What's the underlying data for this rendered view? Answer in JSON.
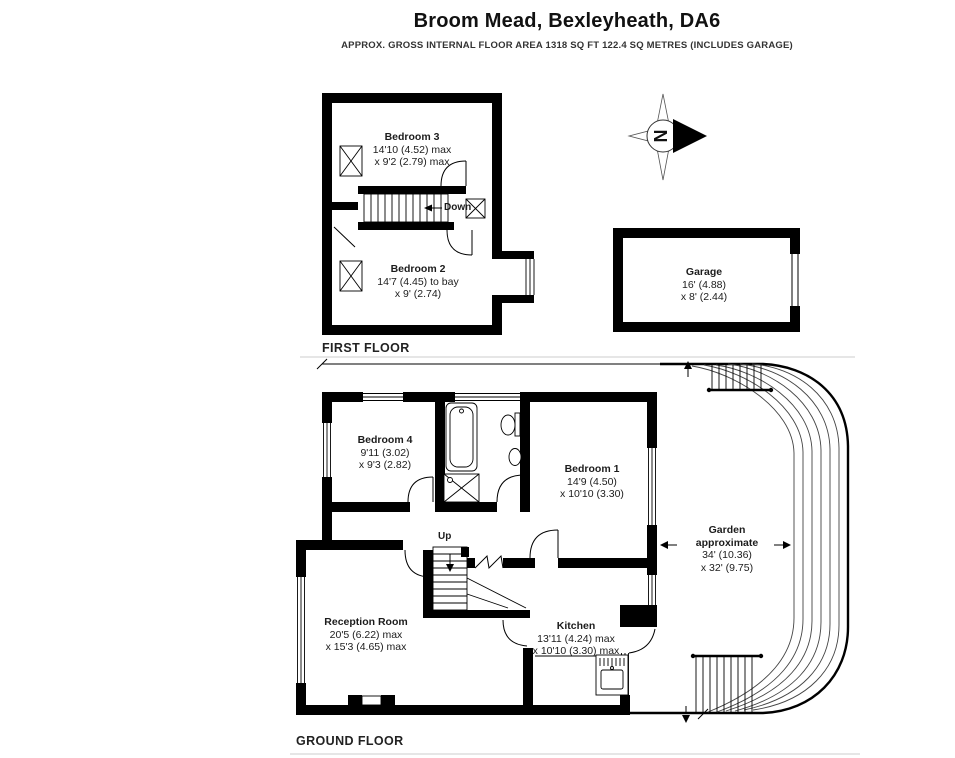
{
  "header": {
    "title": "Broom Mead, Bexleyheath, DA6",
    "subtitle": "APPROX. GROSS INTERNAL FLOOR AREA 1318 SQ FT 122.4 SQ METRES (INCLUDES GARAGE)"
  },
  "first_floor": {
    "label": "FIRST FLOOR",
    "bedroom3": {
      "name": "Bedroom 3",
      "dim1": "14'10 (4.52) max",
      "dim2": "x 9'2 (2.79) max"
    },
    "bedroom2": {
      "name": "Bedroom 2",
      "dim1": "14'7 (4.45) to bay",
      "dim2": "x 9' (2.74)"
    },
    "stairs_label": "Down"
  },
  "garage": {
    "name": "Garage",
    "dim1": "16' (4.88)",
    "dim2": "x 8' (2.44)"
  },
  "compass": {
    "north_label": "N"
  },
  "ground_floor": {
    "label": "GROUND FLOOR",
    "bedroom4": {
      "name": "Bedroom 4",
      "dim1": "9'11 (3.02)",
      "dim2": "x 9'3 (2.82)"
    },
    "bedroom1": {
      "name": "Bedroom 1",
      "dim1": "14'9 (4.50)",
      "dim2": "x 10'10 (3.30)"
    },
    "reception": {
      "name": "Reception Room",
      "dim1": "20'5 (6.22) max",
      "dim2": "x 15'3 (4.65) max"
    },
    "kitchen": {
      "name": "Kitchen",
      "dim1": "13'11 (4.24) max",
      "dim2": "x 10'10 (3.30) max"
    },
    "garden": {
      "name": "Garden",
      "name2": "approximate",
      "dim1": "34' (10.36)",
      "dim2": "x 32' (9.75)"
    },
    "stairs_label": "Up"
  },
  "colors": {
    "wall": "#000000",
    "hedge_line": "#444444",
    "text": "#1c1c1c",
    "background": "#ffffff"
  }
}
